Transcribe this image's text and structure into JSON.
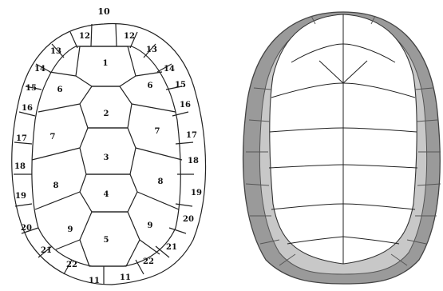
{
  "figure": {
    "left_label_top": "10",
    "left": {
      "vertebral": [
        "1",
        "2",
        "3",
        "4",
        "5"
      ],
      "costal": [
        "6",
        "6",
        "7",
        "7",
        "8",
        "8",
        "9",
        "9"
      ],
      "marginal": [
        "11",
        "11",
        "12",
        "12",
        "13",
        "13",
        "14",
        "14",
        "15",
        "15",
        "16",
        "16",
        "17",
        "17",
        "18",
        "18",
        "19",
        "19",
        "20",
        "20",
        "21",
        "21",
        "22",
        "22"
      ]
    }
  }
}
